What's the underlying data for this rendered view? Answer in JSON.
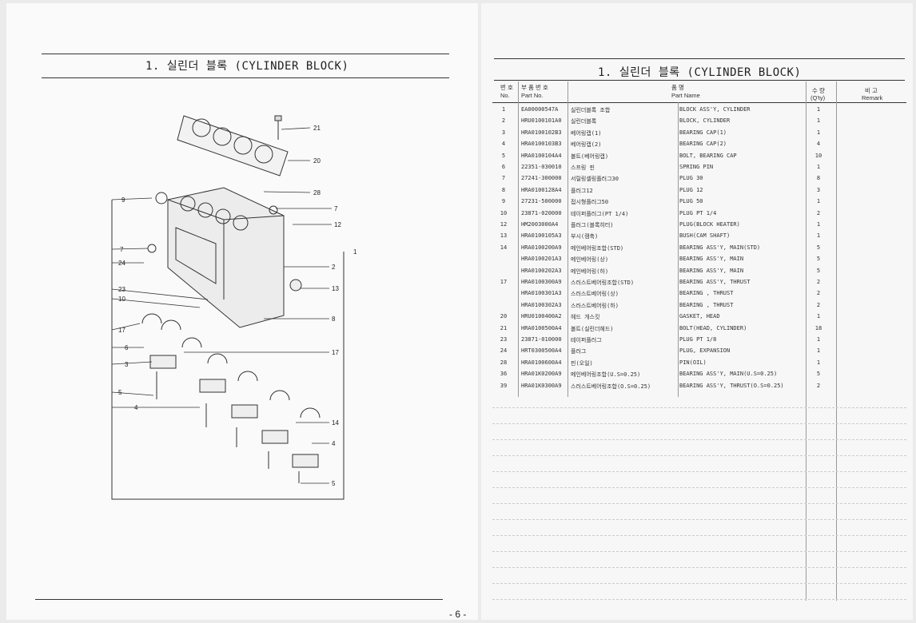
{
  "left_page": {
    "title": "1. 실린더 블록 (CYLINDER BLOCK)",
    "page_number": "- 6 -",
    "callouts": [
      {
        "text": "21"
      },
      {
        "text": "20"
      },
      {
        "text": "28"
      },
      {
        "text": "9"
      },
      {
        "text": "7"
      },
      {
        "text": "12"
      },
      {
        "text": "1"
      },
      {
        "text": "7"
      },
      {
        "text": "24"
      },
      {
        "text": "2"
      },
      {
        "text": "23"
      },
      {
        "text": "13"
      },
      {
        "text": "10"
      },
      {
        "text": "8"
      },
      {
        "text": "17"
      },
      {
        "text": "6"
      },
      {
        "text": "17"
      },
      {
        "text": "3"
      },
      {
        "text": "5"
      },
      {
        "text": "4"
      },
      {
        "text": "14"
      },
      {
        "text": "4"
      },
      {
        "text": "5"
      }
    ]
  },
  "right_page": {
    "title": "1. 실린더 블록 (CYLINDER BLOCK)",
    "headers": {
      "no_ko": "번 호",
      "no_en": "No.",
      "pn_ko": "부 품 번 호",
      "pn_en": "Part  No.",
      "name_ko": "품      명",
      "name_en": "Part Name",
      "qty_ko": "수 량",
      "qty_en": "(Q'ty)",
      "remark_ko": "비 고",
      "remark_en": "Remark"
    },
    "rows": [
      {
        "no": "1",
        "pn": "EA00000547A",
        "ko": "실린더블록 조합",
        "en": "BLOCK ASS'Y, CYLINDER",
        "qty": "1"
      },
      {
        "no": "2",
        "pn": "HRU0100101A0",
        "ko": "실린더블록",
        "en": "BLOCK, CYLINDER",
        "qty": "1"
      },
      {
        "no": "3",
        "pn": "HRA0100102B3",
        "ko": "베어링캡(1)",
        "en": "BEARING CAP(1)",
        "qty": "1"
      },
      {
        "no": "4",
        "pn": "HRA0100103B3",
        "ko": "베어링캡(2)",
        "en": "BEARING CAP(2)",
        "qty": "4"
      },
      {
        "no": "5",
        "pn": "HRA0100104A4",
        "ko": "볼트(베어링캡)",
        "en": "BOLT, BEARING CAP",
        "qty": "10"
      },
      {
        "no": "6",
        "pn": "22351-030010",
        "ko": "스프링 핀",
        "en": "SPRING PIN",
        "qty": "1"
      },
      {
        "no": "7",
        "pn": "27241-300000",
        "ko": "서릴링셀링플러그30",
        "en": "PLUG 30",
        "qty": "8"
      },
      {
        "no": "8",
        "pn": "HRA0100128A4",
        "ko": "플러그12",
        "en": "PLUG 12",
        "qty": "3"
      },
      {
        "no": "9",
        "pn": "27231-500000",
        "ko": "접시형플러그50",
        "en": "PLUG 50",
        "qty": "1"
      },
      {
        "no": "10",
        "pn": "23871-020000",
        "ko": "테이퍼플러그(PT 1/4)",
        "en": "PLUG PT 1/4",
        "qty": "2"
      },
      {
        "no": "12",
        "pn": "HM2003000A4",
        "ko": "플러그(블록히터)",
        "en": "PLUG(BLOCK HEATER)",
        "qty": "1"
      },
      {
        "no": "13",
        "pn": "HRA0100105A3",
        "ko": "부시(캠축)",
        "en": "BUSH(CAM SHAFT)",
        "qty": "1"
      },
      {
        "no": "14",
        "pn": "HRA0100200A9",
        "ko": "메인베어링조합(STD)",
        "en": "BEARING ASS'Y, MAIN(STD)",
        "qty": "5"
      },
      {
        "no": "",
        "pn": "HRA0100201A3",
        "ko": "메인베어링(상)",
        "en": "BEARING ASS'Y, MAIN",
        "qty": "5"
      },
      {
        "no": "",
        "pn": "HRA0100202A3",
        "ko": "메인베어링(하)",
        "en": "BEARING ASS'Y, MAIN",
        "qty": "5"
      },
      {
        "no": "17",
        "pn": "HRA0100300A9",
        "ko": "스러스트베어링조합(STD)",
        "en": "BEARING ASS'Y, THRUST",
        "qty": "2"
      },
      {
        "no": "",
        "pn": "HRA0100301A3",
        "ko": "스러스트베어링(상)",
        "en": "BEARING , THRUST",
        "qty": "2"
      },
      {
        "no": "",
        "pn": "HRA0100302A3",
        "ko": "스러스트베어링(하)",
        "en": "BEARING , THRUST",
        "qty": "2"
      },
      {
        "no": "20",
        "pn": "HRU0100400A2",
        "ko": "헤드 개스킷",
        "en": "GASKET, HEAD",
        "qty": "1"
      },
      {
        "no": "21",
        "pn": "HRA0100500A4",
        "ko": "볼트(실린더헤드)",
        "en": "BOLT(HEAD, CYLINDER)",
        "qty": "18"
      },
      {
        "no": "23",
        "pn": "23871-010000",
        "ko": "테이퍼플러그",
        "en": "PLUG PT 1/8",
        "qty": "1"
      },
      {
        "no": "24",
        "pn": "HRT0300500A4",
        "ko": "플러그",
        "en": "PLUG, EXPANSION",
        "qty": "1"
      },
      {
        "no": "28",
        "pn": "HRA0100600A4",
        "ko": "핀(오일)",
        "en": "PIN(OIL)",
        "qty": "1"
      },
      {
        "no": "36",
        "pn": "HRA01K0200A9",
        "ko": "메인베어링조합(U.S=0.25)",
        "en": "BEARING ASS'Y, MAIN(U.S=0.25)",
        "qty": "5"
      },
      {
        "no": "39",
        "pn": "HRA01K0300A9",
        "ko": "스러스트베어링조합(O.S=0.25)",
        "en": "BEARING ASS'Y, THRUST(O.S=0.25)",
        "qty": "2"
      }
    ]
  }
}
